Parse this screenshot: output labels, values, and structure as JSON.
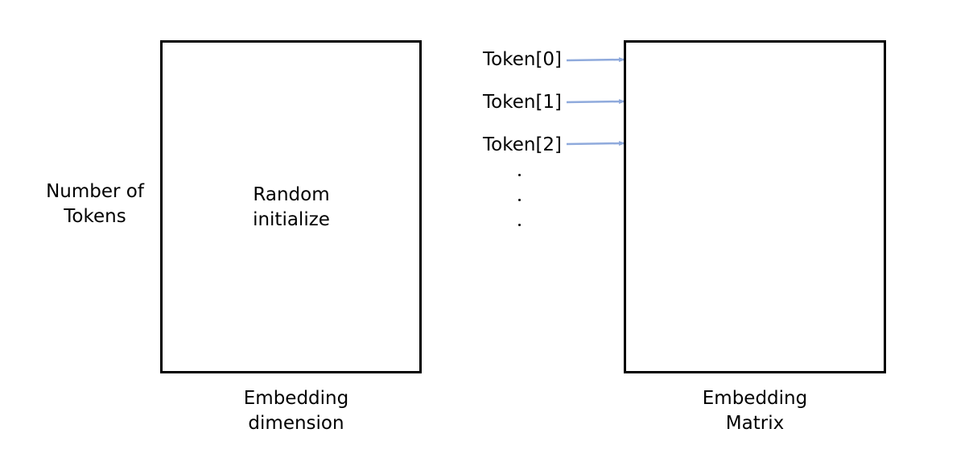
{
  "left_panel": {
    "row_label_line1": "Number of",
    "row_label_line2": "Tokens",
    "box_text_line1": "Random",
    "box_text_line2": "initialize",
    "bottom_label_line1": "Embedding",
    "bottom_label_line2": "dimension"
  },
  "right_panel": {
    "tokens": [
      "Token[0]",
      "Token[1]",
      "Token[2]"
    ],
    "ellipsis": [
      ".",
      ".",
      "."
    ],
    "bottom_label_line1": "Embedding",
    "bottom_label_line2": "Matrix"
  },
  "colors": {
    "arrow": "#8faadc",
    "border": "#000000",
    "text": "#000000"
  }
}
